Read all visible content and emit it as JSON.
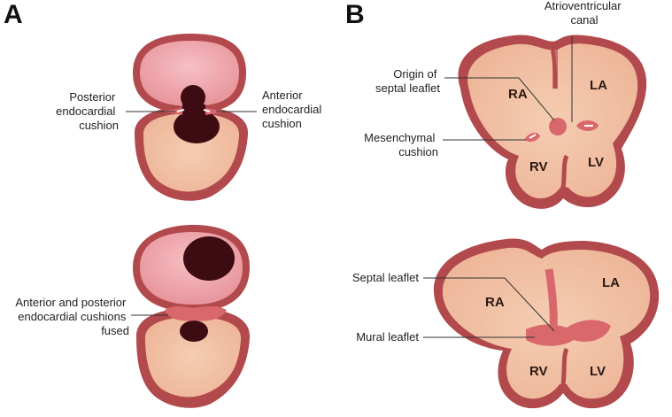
{
  "panels": {
    "a": {
      "letter": "A",
      "top": {
        "posterior_label": [
          "Posterior",
          "endocardial",
          "cushion"
        ],
        "anterior_label": [
          "Anterior",
          "endocardial",
          "cushion"
        ]
      },
      "bottom": {
        "fused_label": [
          "Anterior and posterior",
          "endocardial cushions",
          "fused"
        ]
      }
    },
    "b": {
      "letter": "B",
      "top": {
        "av_canal_label": [
          "Atrioventricular",
          "canal"
        ],
        "septal_origin_label": [
          "Origin of",
          "septal leaflet"
        ],
        "mesenchymal_label": [
          "Mesenchymal",
          "cushion"
        ],
        "chambers": {
          "ra": "RA",
          "la": "LA",
          "rv": "RV",
          "lv": "LV"
        }
      },
      "bottom": {
        "septal_leaflet_label": "Septal leaflet",
        "mural_leaflet_label": "Mural leaflet",
        "chambers": {
          "ra": "RA",
          "la": "LA",
          "rv": "RV",
          "lv": "LV"
        }
      }
    }
  },
  "colors": {
    "wall": "#b2494c",
    "chamber": "#f3c3a6",
    "atrium_pink": "#e98f98",
    "dark_lumen": "#3d0b12",
    "cushion": "#d9686c"
  }
}
